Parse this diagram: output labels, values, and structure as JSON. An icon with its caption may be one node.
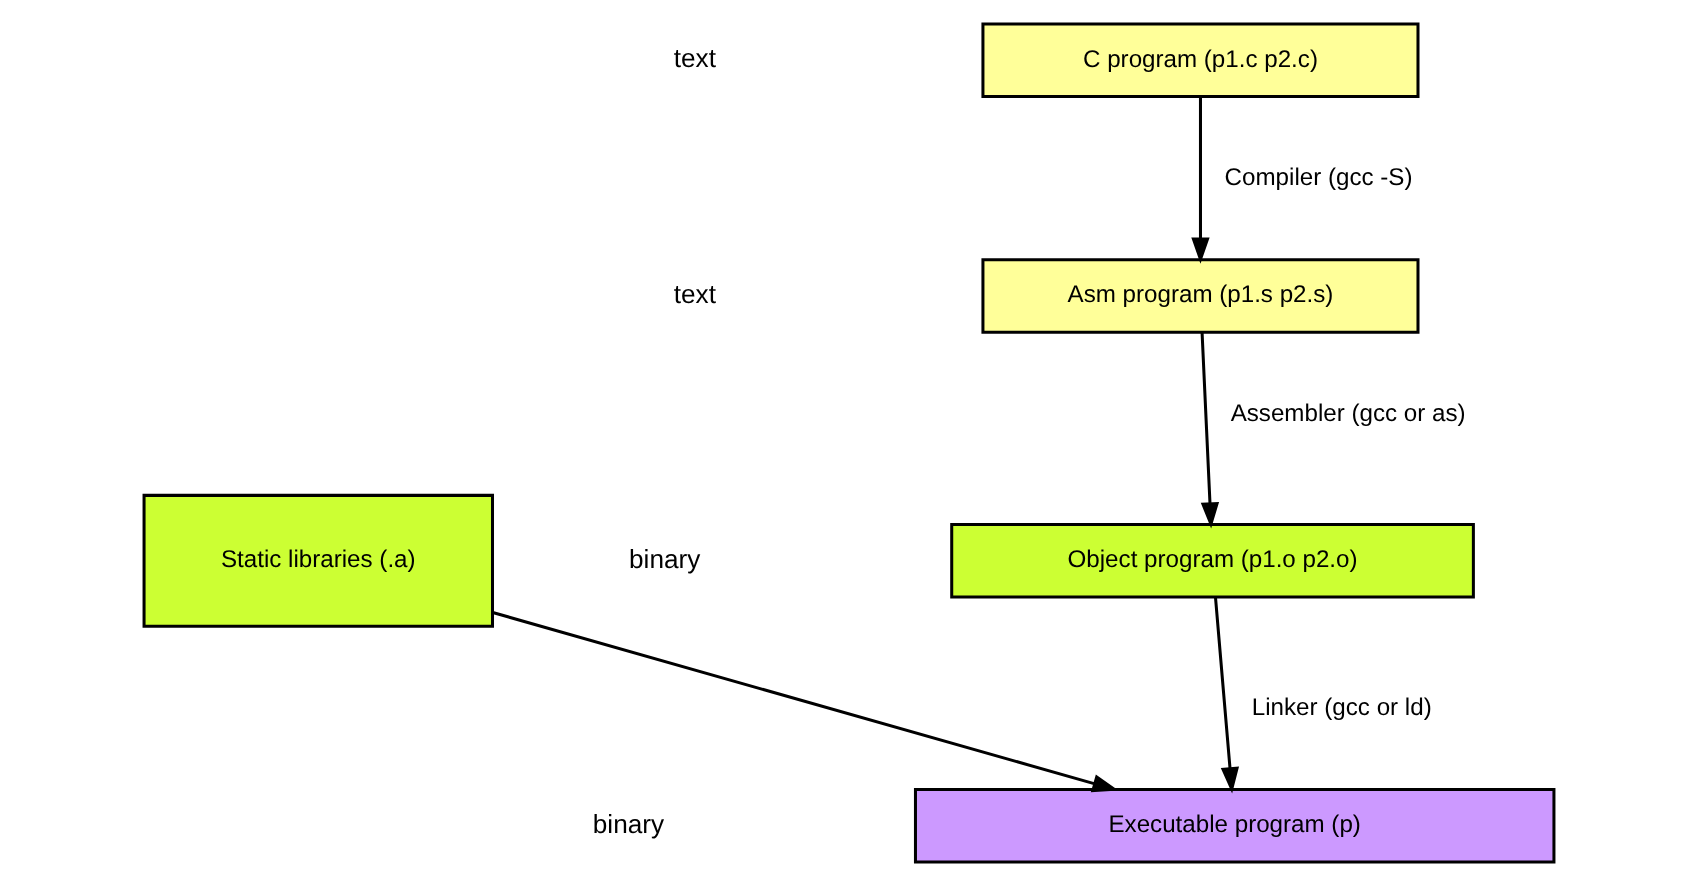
{
  "diagram": {
    "nodes": [
      {
        "text": [
          "C program (p1.c p2.c)"
        ]
      },
      {
        "text": [
          "Asm program (p1.s p2.s)"
        ]
      },
      {
        "text": [
          "Object program (p1.o p2.o)"
        ]
      },
      {
        "text": [
          "Static libraries (.a)"
        ]
      },
      {
        "text": [
          "Executable program (p)"
        ]
      }
    ],
    "edges": [
      {
        "from": 0,
        "to": 1,
        "arrow": "to",
        "label": "Compiler (gcc -S)"
      },
      {
        "from": 1,
        "to": 2,
        "arrow": "to",
        "label": "Assembler (gcc or as)"
      },
      {
        "from": 2,
        "to": 4,
        "arrow": "to",
        "label": "Linker (gcc or ld)"
      },
      {
        "from": 3,
        "to": 4,
        "arrow": "to"
      }
    ],
    "labels": [
      "text",
      "text",
      "binary",
      "binary"
    ]
  }
}
